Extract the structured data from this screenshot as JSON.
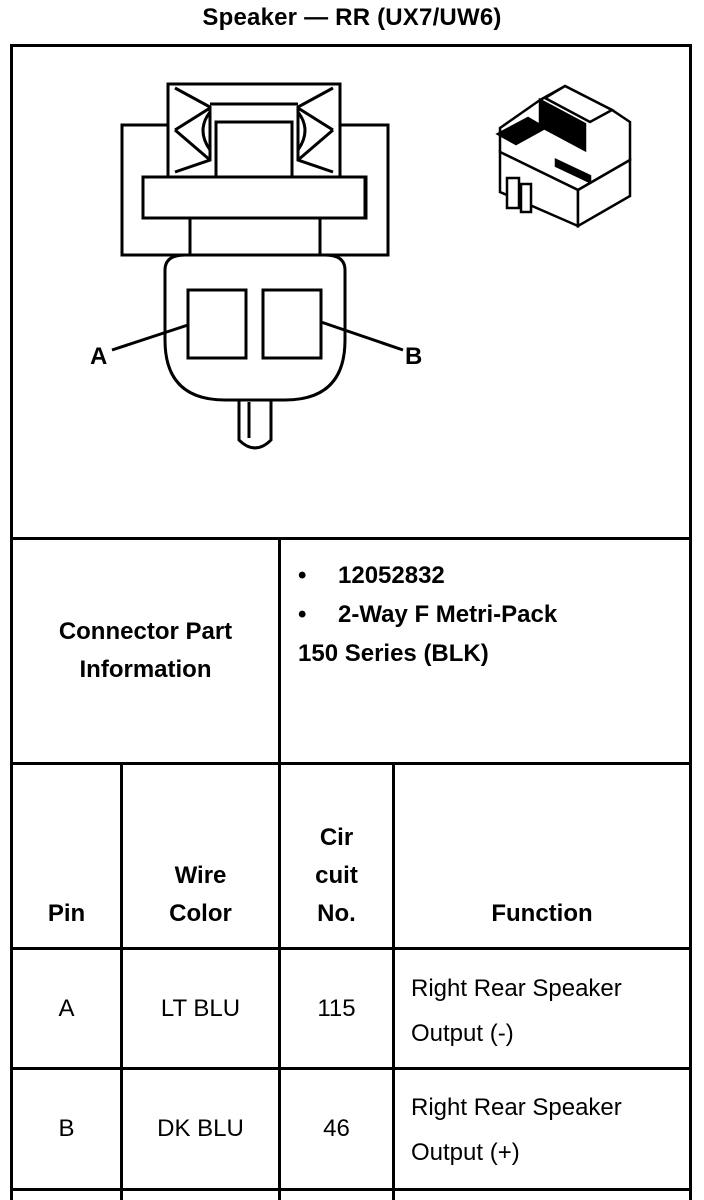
{
  "title": "Speaker — RR (UX7/UW6)",
  "diagram": {
    "pin_labels": [
      "A",
      "B"
    ]
  },
  "connector_info": {
    "label_line1": "Connector Part",
    "label_line2": "Information",
    "items": [
      {
        "bullet": "•",
        "text": "12052832"
      },
      {
        "bullet": "•",
        "text": "2-Way F Metri-Pack"
      }
    ],
    "continuation": "150 Series (BLK)"
  },
  "table": {
    "headers": {
      "pin": "Pin",
      "wire_color_line1": "Wire",
      "wire_color_line2": "Color",
      "circuit_line1": "Cir",
      "circuit_line2": "cuit",
      "circuit_line3": "No.",
      "function": "Function"
    },
    "rows": [
      {
        "pin": "A",
        "wire_color": "LT BLU",
        "circuit": "115",
        "function_line1": "Right Rear Speaker",
        "function_line2": "Output (-)"
      },
      {
        "pin": "B",
        "wire_color": "DK BLU",
        "circuit": "46",
        "function_line1": "Right Rear Speaker",
        "function_line2": "Output (+)"
      }
    ]
  }
}
